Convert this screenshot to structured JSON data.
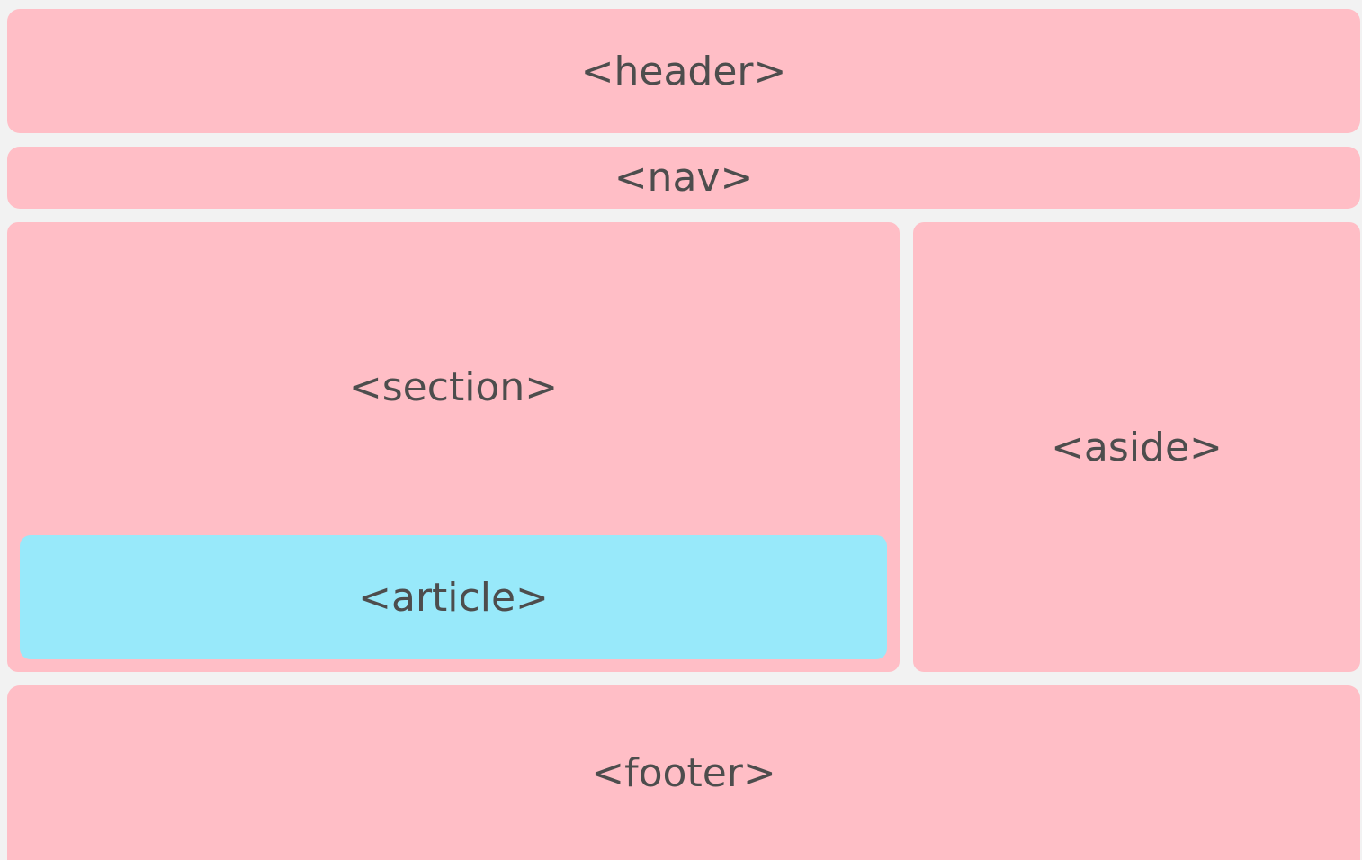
{
  "diagram": {
    "colors": {
      "background": "#f2f2f2",
      "block": "#ffbec6",
      "highlight": "#98e9fa",
      "text": "#4d4d4d"
    },
    "header": {
      "label": "<header>"
    },
    "nav": {
      "label": "<nav>"
    },
    "section": {
      "label": "<section>"
    },
    "article": {
      "label": "<article>"
    },
    "aside": {
      "label": "<aside>"
    },
    "footer": {
      "label": "<footer>"
    }
  }
}
